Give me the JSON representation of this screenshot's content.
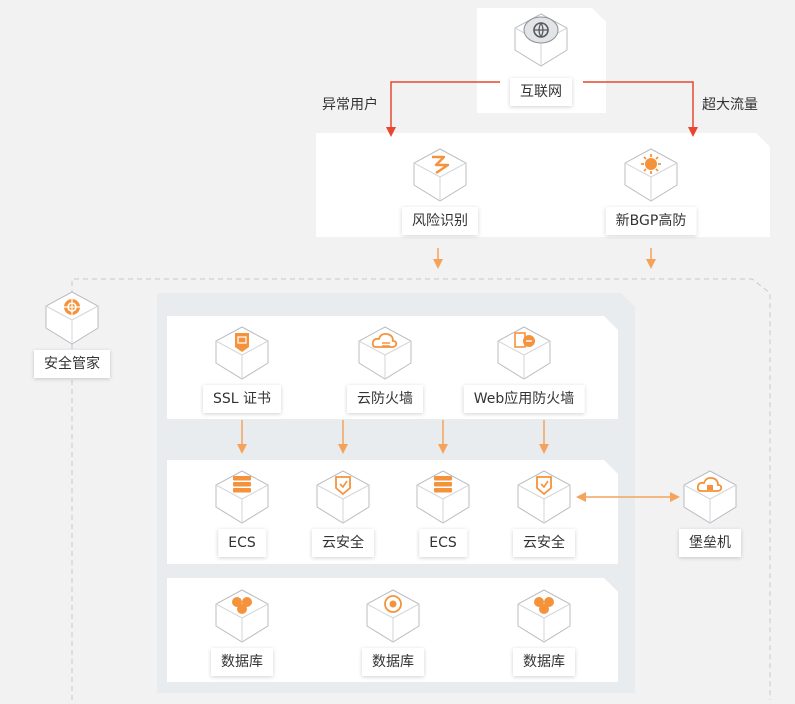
{
  "colors": {
    "accent": "#f5933c",
    "threat_line": "#e8472f",
    "flow_line": "#f5a35c",
    "dash": "#c6c8cc"
  },
  "edges": {
    "abnormal_users": "异常用户",
    "heavy_traffic": "超大流量"
  },
  "nodes": {
    "internet": {
      "label": "互联网",
      "icon": "globe-icon"
    },
    "risk": {
      "label": "风险识别",
      "icon": "risk-scan-icon"
    },
    "bgp": {
      "label": "新BGP高防",
      "icon": "bgp-shield-icon"
    },
    "security_center": {
      "label": "安全管家",
      "icon": "guardian-icon"
    },
    "ssl": {
      "label": "SSL 证书",
      "icon": "certificate-icon"
    },
    "firewall": {
      "label": "云防火墙",
      "icon": "cloud-firewall-icon"
    },
    "waf": {
      "label": "Web应用防火墙",
      "icon": "waf-icon"
    },
    "ecs1": {
      "label": "ECS",
      "icon": "server-icon"
    },
    "cloud_sec1": {
      "label": "云安全",
      "icon": "shield-icon"
    },
    "ecs2": {
      "label": "ECS",
      "icon": "server-icon"
    },
    "cloud_sec2": {
      "label": "云安全",
      "icon": "shield-icon"
    },
    "bastion": {
      "label": "堡垒机",
      "icon": "bastion-icon"
    },
    "db1": {
      "label": "数据库",
      "icon": "database-icon"
    },
    "db2": {
      "label": "数据库",
      "icon": "database-icon"
    },
    "db3": {
      "label": "数据库",
      "icon": "database-icon"
    }
  }
}
